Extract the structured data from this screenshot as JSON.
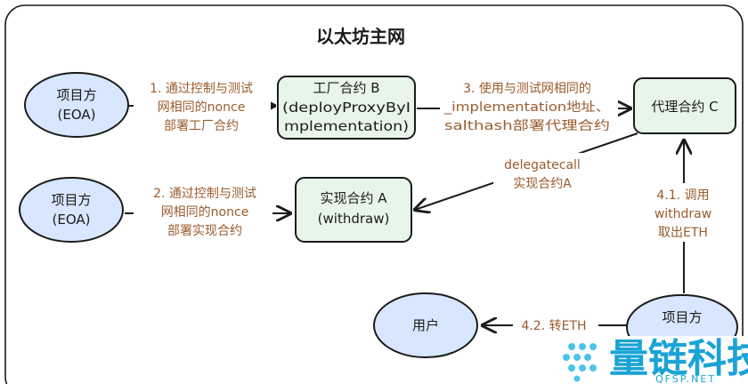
{
  "title": "以太坊主网",
  "colors": {
    "ellipse_fill": "#d8e6ff",
    "box_fill": "#e7f6e9",
    "stroke": "#1b1b1b",
    "edge_text": "#9a5b2e",
    "watermark": "#1aa3d6"
  },
  "nodes": {
    "eoa_top": {
      "line1": "项目方",
      "line2": "(EOA)"
    },
    "factory_b": {
      "line1": "工厂合约 B",
      "line2": "(deployProxyByI",
      "line3": "mplementation)"
    },
    "proxy_c": {
      "line1": "代理合约 C"
    },
    "eoa_mid": {
      "line1": "项目方",
      "line2": "(EOA)"
    },
    "impl_a": {
      "line1": "实现合约 A",
      "line2": "(withdraw)"
    },
    "user": {
      "line1": "用户"
    },
    "owner_bottom": {
      "line1": "项目方"
    }
  },
  "edges": {
    "e1": {
      "line1": "1. 通过控制与测试",
      "line2": "网相同的nonce",
      "line3": "部署工厂合约"
    },
    "e2": {
      "line1": "2. 通过控制与测试",
      "line2": "网相同的nonce",
      "line3": "部署实现合约"
    },
    "e3": {
      "line1": "3. 使用与测试网相同的",
      "line2": "_implementation地址、",
      "line3": "salthash部署代理合约"
    },
    "delegate": {
      "line1": "delegatecall",
      "line2": "实现合约A"
    },
    "e41": {
      "line1": "4.1. 调用",
      "line2": "withdraw",
      "line3": "取出ETH"
    },
    "e42": {
      "line1": "4.2. 转ETH"
    }
  },
  "watermark": {
    "name": "量链科技",
    "domain": "QFSP.NET"
  }
}
